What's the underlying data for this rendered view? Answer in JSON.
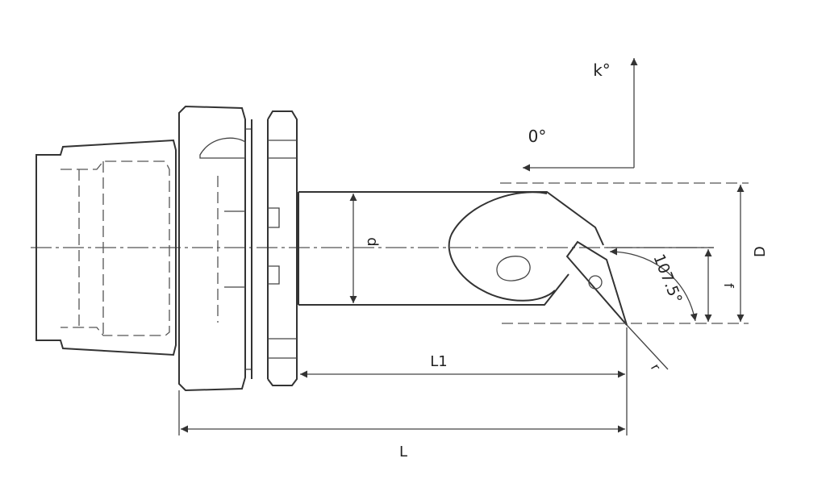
{
  "drawing": {
    "axis_labels": {
      "k": "k°",
      "zero": "0°"
    },
    "dimension_labels": {
      "d": "d",
      "D": "D",
      "f": "f",
      "L1": "L1",
      "L": "L",
      "angle": "107.5°",
      "r": "r"
    }
  }
}
